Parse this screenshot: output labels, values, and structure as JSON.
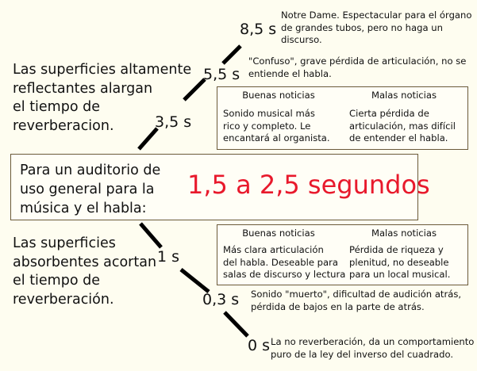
{
  "intro": {
    "reflect": [
      "Las superficies altamente",
      "reflectantes alargan",
      "el tiempo de",
      "reverberacion."
    ],
    "absorb": [
      "Las superficies",
      "absorbentes acortan",
      "el tiempo de",
      "reverberación."
    ]
  },
  "center": {
    "label_lines": [
      "Para un auditorio de",
      "uso general para la",
      "música y el habla:"
    ],
    "value": "1,5 a 2,5 segundos",
    "value_color": "#e8192c"
  },
  "times": {
    "t85": "8,5 s",
    "t55": "5,5 s",
    "t35": "3,5 s",
    "t1": "1 s",
    "t03": "0,3 s",
    "t0": "0 s"
  },
  "notes": {
    "n85": [
      "Notre Dame.  Espectacular para el órgano",
      "de grandes tubos, pero no haga un",
      "discurso."
    ],
    "n55": [
      "\"Confuso\",  grave pérdida de articulación, no se",
      "entiende el habla."
    ],
    "n03": [
      "Sonido \"muerto\", dificultad de audición atrás,",
      "pérdida de bajos en la parte de atrás."
    ],
    "n0": [
      "La no reverberación, da un comportamiento",
      "puro de la ley del inverso del cuadrado."
    ]
  },
  "upper_box": {
    "good_header": "Buenas noticias",
    "bad_header": "Malas noticias",
    "good_lines": [
      "Sonido musical más",
      "rico y completo.  Le",
      "encantará al organista."
    ],
    "bad_lines": [
      "Cierta pérdida de",
      "articulación, mas difícil",
      "de entender el habla."
    ]
  },
  "lower_box": {
    "good_header": "Buenas noticias",
    "bad_header": "Malas noticias",
    "good_lines": [
      "Más clara articulación",
      "del habla. Deseable para",
      "salas de discurso y lectura"
    ],
    "bad_lines": [
      "Pérdida de riqueza y",
      "plenitud, no deseable",
      "para un local musical."
    ]
  },
  "colors": {
    "line": "#000000",
    "box_border": "#6b5a3a",
    "background": "#fefdf0"
  }
}
